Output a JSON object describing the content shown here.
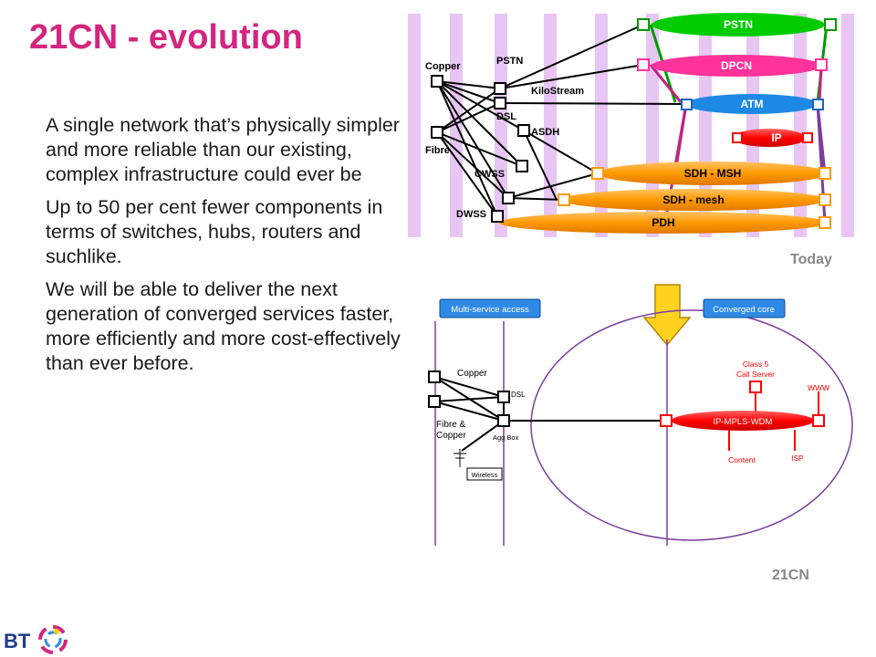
{
  "title": "21CN - evolution",
  "bullets": [
    "A single network that’s physically simpler and more reliable than our existing, complex infrastructure could ever be",
    "Up to 50 per cent fewer components in terms of switches, hubs, routers and suchlike.",
    "We will be able to deliver the next generation of converged services faster, more efficiently and more cost-effectively than ever before."
  ],
  "today": {
    "caption": "Today",
    "access_labels": [
      "Copper",
      "Fibre",
      "PSTN",
      "KiloStream",
      "DSL",
      "ASDH",
      "CWSS",
      "DWSS"
    ],
    "networks": [
      "PSTN",
      "DPCN",
      "ATM",
      "IP",
      "SDH - MSH",
      "SDH - mesh",
      "PDH"
    ]
  },
  "future": {
    "caption": "21CN",
    "access_box": "Multi-service access",
    "core_box": "Converged core",
    "labels": {
      "copper": "Copper",
      "dsl": "DSL",
      "fibre_copper_1": "Fibre &",
      "fibre_copper_2": "Copper",
      "agg_box": "Agg Box",
      "wireless": "Wireless",
      "class5_1": "Class 5",
      "class5_2": "Call Server",
      "www": "WWW",
      "core": "IP-MPLS-WDM",
      "content": "Content",
      "isp": "ISP"
    }
  },
  "colors": {
    "title": "#d4257f",
    "lilac": "#e8c6f4",
    "green": "#00cc00",
    "pink": "#ff3399",
    "blue": "#1e88e5",
    "red": "#ff0000",
    "orange": "#ff9900",
    "box_blue": "#2e8ae6",
    "ellipse_border": "#7a3e9d"
  },
  "logo": "BT"
}
